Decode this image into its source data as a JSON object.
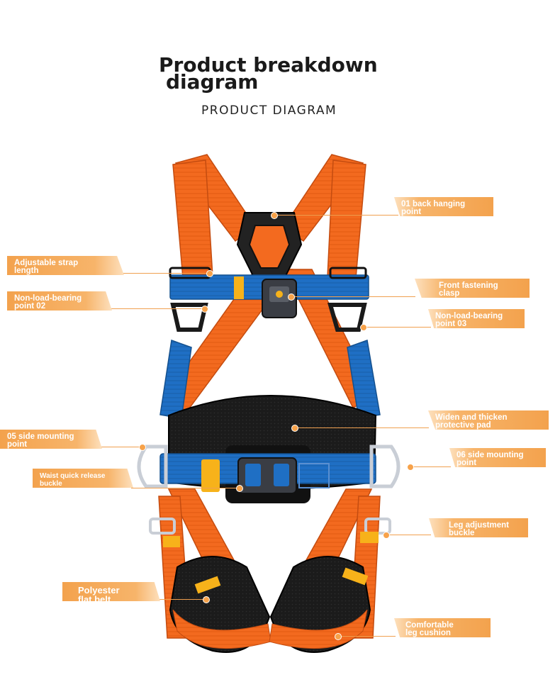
{
  "header": {
    "title_line1": "Product breakdown",
    "title_line2": "diagram",
    "subtitle": "PRODUCT DIAGRAM"
  },
  "callouts": {
    "back_hanging_point": "01 back hanging\npoint",
    "adjustable_strap": "Adjustable strap\nlength",
    "front_clasp": "Front fastening\nclasp",
    "non_load_02": "Non-load-bearing\npoint 02",
    "non_load_03": "Non-load-bearing\npoint 03",
    "protective_pad": "Widen and thicken\nprotective pad",
    "side_05": "05 side mounting\npoint",
    "side_06": "06 side mounting\npoint",
    "waist_buckle": "Waist quick release\nbuckle",
    "leg_buckle": "Leg adjustment\nbuckle",
    "polyester_belt": "Polyester\nflat belt",
    "leg_cushion": "Comfortable\nleg cushion"
  },
  "colors": {
    "strap_orange": "#f36a1f",
    "strap_blue": "#1f6fc4",
    "pad_black": "#1b1b1b",
    "callout_orange": "#f3a24d",
    "buckle_gray": "#3a3d44"
  }
}
